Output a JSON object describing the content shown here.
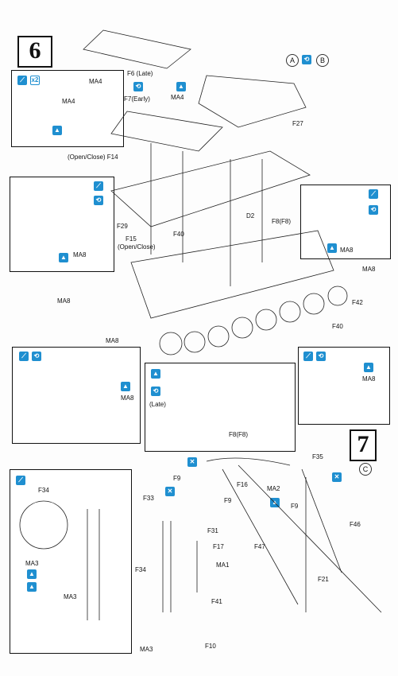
{
  "step6": {
    "number": "6",
    "labels": {
      "f6": "F6 (Late)",
      "f7": "F7(Early)",
      "ma4_top": "MA4",
      "ma4_inset_a": "MA4",
      "ma4_inset_b": "MA4",
      "f27": "F27",
      "f14": "(Open/Close) F14",
      "f29": "F29",
      "f15": "F15",
      "f15_note": "(Open/Close)",
      "f40_top": "F40",
      "d2": "D2",
      "f8_top": "F8(F8)",
      "ma8_right": "MA8",
      "ma8_right_inset": "MA8",
      "ma8_left_inset": "MA8",
      "ma8_left": "MA8",
      "ma8_bottom": "MA8",
      "ma8_inset3": "MA8",
      "ma8_inset4": "MA8",
      "f42": "F42",
      "f40_right": "F40",
      "late": "(Late)",
      "f8_bottom": "F8(F8)",
      "variant_a": "A",
      "variant_b": "B",
      "x2": "x2"
    }
  },
  "step7": {
    "number": "7",
    "variant_c": "C",
    "labels": {
      "f35": "F35",
      "f9_a": "F9",
      "f9_b": "F9",
      "f9_c": "F9",
      "f16": "F16",
      "ma2": "MA2",
      "f33": "F33",
      "f34_a": "F34",
      "f34_b": "F34",
      "f31": "F31",
      "f17": "F17",
      "ma1": "MA1",
      "f47": "F47",
      "f46": "F46",
      "f21": "F21",
      "f41": "F41",
      "ma3_a": "MA3",
      "ma3_b": "MA3",
      "ma3_c": "MA3",
      "f10": "F10"
    }
  },
  "colors": {
    "accent": "#1f8fd0",
    "ink": "#111111"
  },
  "icons": [
    "glue-icon",
    "paint-icon",
    "optional-icon",
    "cut-icon",
    "flip-icon"
  ]
}
